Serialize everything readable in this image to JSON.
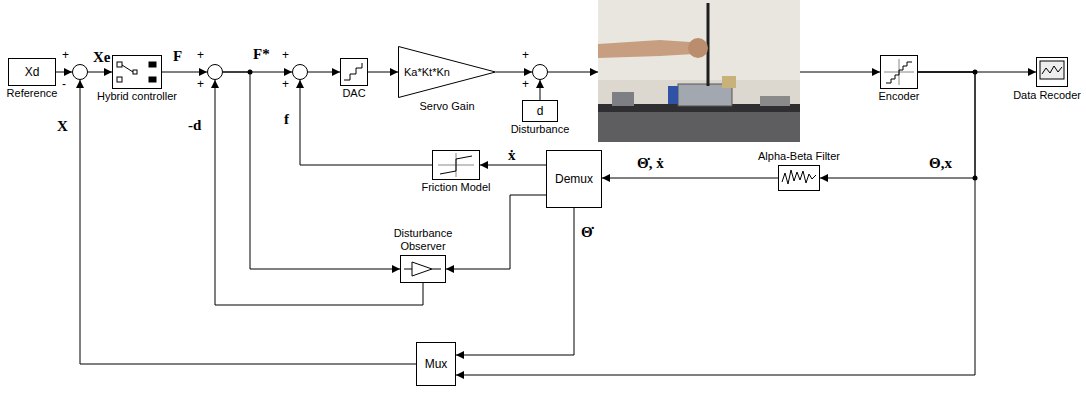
{
  "diagram": {
    "nodes": [
      {
        "text": [
          "Xd",
          "Reference"
        ]
      },
      {
        "text": [
          "+",
          "-"
        ]
      },
      {
        "text": [
          "Hybrid controller"
        ]
      },
      {
        "text": [
          "+",
          "+"
        ]
      },
      {
        "text": [
          "+",
          "+"
        ]
      },
      {
        "text": [
          "DAC"
        ]
      },
      {
        "text": [
          "Ka*Kt*Kn",
          "Servo Gain"
        ]
      },
      {
        "text": [
          "+",
          "+"
        ]
      },
      {
        "text": [
          "d",
          "Disturbance"
        ]
      },
      {
        "text": [
          "Encoder"
        ]
      },
      {
        "text": [
          "Data Recoder"
        ]
      },
      {
        "text": [
          "Alpha-Beta Filter"
        ]
      },
      {
        "text": [
          "Demux"
        ]
      },
      {
        "text": [
          "Friction Model"
        ]
      },
      {
        "text": [
          "Disturbance Observer"
        ]
      },
      {
        "text": [
          "Mux"
        ]
      }
    ],
    "edges": [
      {
        "from": 0,
        "to": 1,
        "arrow": "to"
      },
      {
        "from": 1,
        "to": 2,
        "label": "Xe",
        "arrow": "to"
      },
      {
        "from": 2,
        "to": 3,
        "label": "F",
        "arrow": "to"
      },
      {
        "from": 3,
        "to": 4,
        "label": "F*",
        "arrow": "to"
      },
      {
        "from": 3,
        "to": 14,
        "arrow": "to"
      },
      {
        "from": 4,
        "to": 5,
        "arrow": "to"
      },
      {
        "from": 5,
        "to": 6,
        "arrow": "to"
      },
      {
        "from": 6,
        "to": 7,
        "arrow": "to"
      },
      {
        "from": 8,
        "to": 7,
        "arrow": "to"
      },
      {
        "from": 9,
        "to": 10,
        "arrow": "to"
      },
      {
        "from": 9,
        "to": 11,
        "label": "Θ,x",
        "arrow": "to"
      },
      {
        "from": 11,
        "to": 12,
        "label": "Θ̇, ẋ",
        "arrow": "to"
      },
      {
        "from": 12,
        "to": 13,
        "label": "ẋ",
        "arrow": "to"
      },
      {
        "from": 13,
        "to": 4,
        "label": "f",
        "arrow": "to"
      },
      {
        "from": 12,
        "to": 14,
        "arrow": "to"
      },
      {
        "from": 12,
        "to": 15,
        "label": "Θ̇",
        "arrow": "to"
      },
      {
        "from": 14,
        "to": 3,
        "label": "-d",
        "arrow": "to"
      },
      {
        "from": 15,
        "to": 1,
        "label": "X",
        "arrow": "to"
      },
      {
        "from": 9,
        "to": 15,
        "arrow": "to"
      }
    ]
  }
}
